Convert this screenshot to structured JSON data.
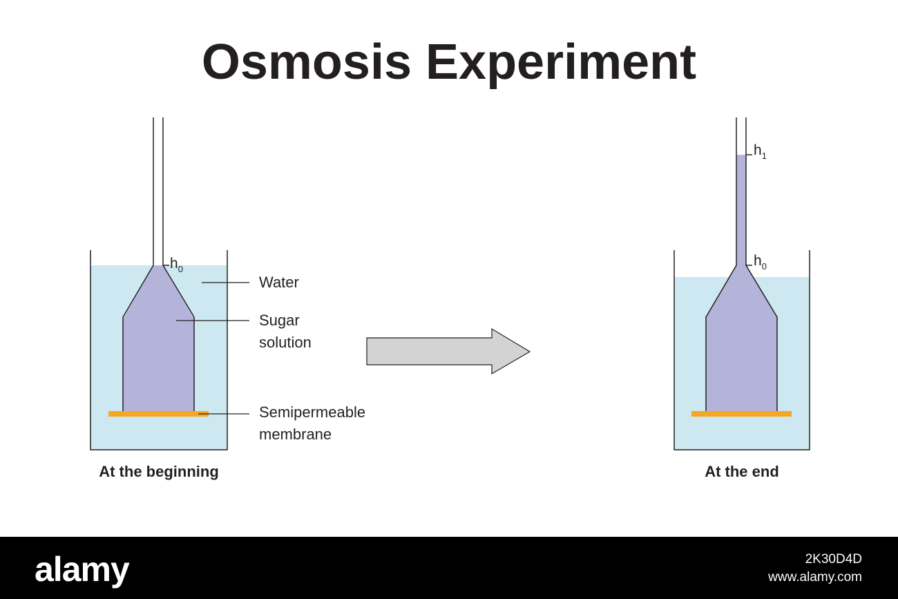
{
  "title": "Osmosis Experiment",
  "labels": {
    "water": "Water",
    "sugar_line1": "Sugar",
    "sugar_line2": "solution",
    "membrane_line1": "Semipermeable",
    "membrane_line2": "membrane",
    "h0": "h",
    "h0_sub": "0",
    "h1": "h",
    "h1_sub": "1"
  },
  "captions": {
    "beginning": "At the beginning",
    "end": "At the end"
  },
  "footer": {
    "brand": "alamy",
    "image_id": "2K30D4D",
    "url": "www.alamy.com"
  },
  "colors": {
    "water": "#cde8f0",
    "sugar_solution": "#b4b4da",
    "membrane": "#f5a623",
    "arrow": "#d3d3d3"
  }
}
